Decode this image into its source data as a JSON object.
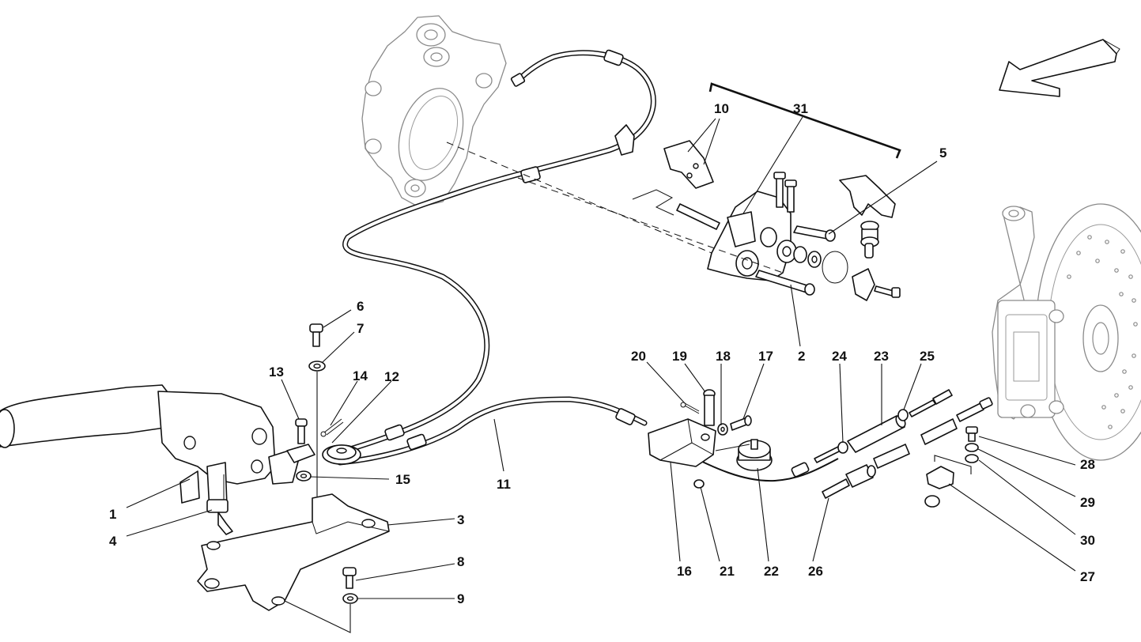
{
  "diagram": {
    "direction_arrow": "arrow-icon",
    "callouts": [
      {
        "id": "c1",
        "text": "1"
      },
      {
        "id": "c2",
        "text": "2"
      },
      {
        "id": "c3",
        "text": "3"
      },
      {
        "id": "c4",
        "text": "4"
      },
      {
        "id": "c5",
        "text": "5"
      },
      {
        "id": "c6",
        "text": "6"
      },
      {
        "id": "c7",
        "text": "7"
      },
      {
        "id": "c8",
        "text": "8"
      },
      {
        "id": "c9",
        "text": "9"
      },
      {
        "id": "c10",
        "text": "10"
      },
      {
        "id": "c11",
        "text": "11"
      },
      {
        "id": "c12",
        "text": "12"
      },
      {
        "id": "c13",
        "text": "13"
      },
      {
        "id": "c14",
        "text": "14"
      },
      {
        "id": "c15",
        "text": "15"
      },
      {
        "id": "c16",
        "text": "16"
      },
      {
        "id": "c17",
        "text": "17"
      },
      {
        "id": "c18",
        "text": "18"
      },
      {
        "id": "c19",
        "text": "19"
      },
      {
        "id": "c20",
        "text": "20"
      },
      {
        "id": "c21",
        "text": "21"
      },
      {
        "id": "c22",
        "text": "22"
      },
      {
        "id": "c23",
        "text": "23"
      },
      {
        "id": "c24",
        "text": "24"
      },
      {
        "id": "c25",
        "text": "25"
      },
      {
        "id": "c26",
        "text": "26"
      },
      {
        "id": "c27",
        "text": "27"
      },
      {
        "id": "c28",
        "text": "28"
      },
      {
        "id": "c29",
        "text": "29"
      },
      {
        "id": "c30",
        "text": "30"
      },
      {
        "id": "c31",
        "text": "31"
      }
    ]
  }
}
